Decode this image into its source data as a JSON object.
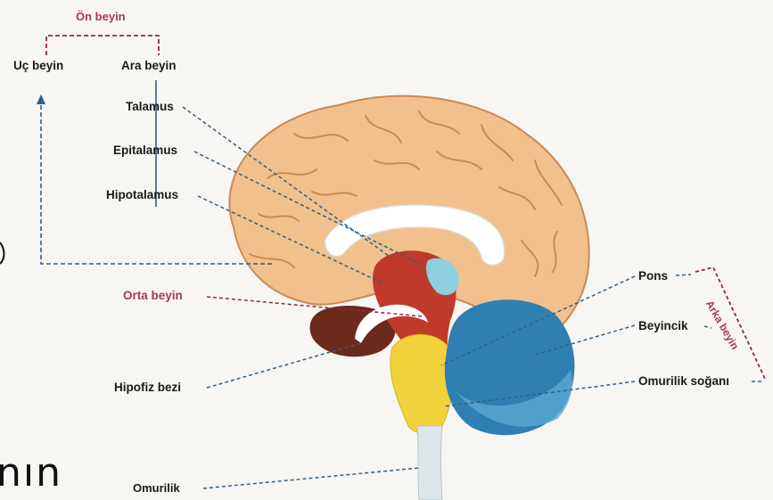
{
  "labels": {
    "on_beyin": "Ön beyin",
    "uc_beyin": "Uç beyin",
    "ara_beyin": "Ara beyin",
    "talamus": "Talamus",
    "epitalamus": "Epitalamus",
    "hipotalamus": "Hipotalamus",
    "orta_beyin": "Orta beyin",
    "hipofiz_bezi": "Hipofiz bezi",
    "omurilik": "Omurilik",
    "pons": "Pons",
    "beyincik": "Beyincik",
    "omurilik_sogani": "Omurilik soğanı",
    "arka_beyin": "Arka beyin"
  },
  "handwriting": "nın",
  "colors": {
    "cortex": "#f2c08c",
    "cortex_outline": "#c98a55",
    "group_line": "#8a2a45",
    "leader_line": "#2f5f88",
    "cerebellum": "#2f7fb3",
    "brainstem": "#f2d23a",
    "midbrain_red": "#c0392b",
    "dark_lobe": "#6b2a1c",
    "spinal_cord": "#dfe6ea"
  }
}
